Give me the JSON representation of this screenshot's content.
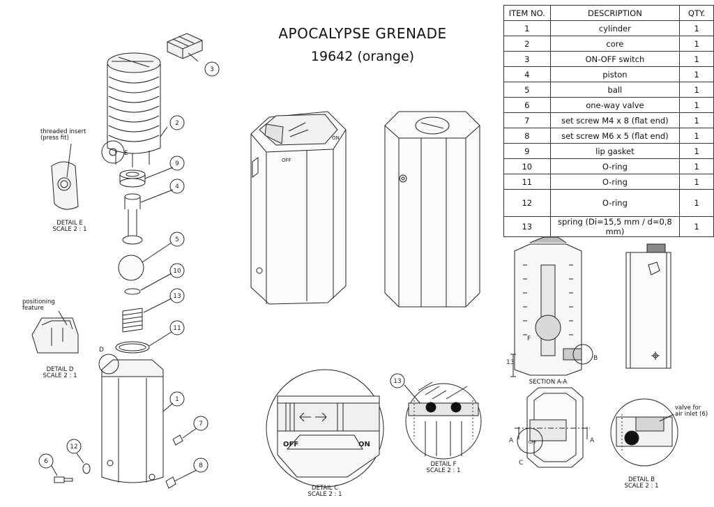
{
  "title": {
    "main": "APOCALYPSE GRENADE",
    "sub": "19642 (orange)"
  },
  "bom": {
    "headers": [
      "ITEM NO.",
      "DESCRIPTION",
      "QTY."
    ],
    "rows": [
      [
        "1",
        "cylinder",
        "1"
      ],
      [
        "2",
        "core",
        "1"
      ],
      [
        "3",
        "ON-OFF switch",
        "1"
      ],
      [
        "4",
        "piston",
        "1"
      ],
      [
        "5",
        "ball",
        "1"
      ],
      [
        "6",
        "one-way valve",
        "1"
      ],
      [
        "7",
        "set screw M4 x 8 (flat end)",
        "1"
      ],
      [
        "8",
        "set screw M6 x 5 (flat end)",
        "1"
      ],
      [
        "9",
        "lip gasket",
        "1"
      ],
      [
        "10",
        "O-ring",
        "1"
      ],
      [
        "11",
        "O-ring",
        "1"
      ],
      [
        "12",
        "O-ring",
        "1"
      ],
      [
        "13",
        "spring (Di=15,5 mm / d=0,8 mm)",
        "1"
      ]
    ]
  },
  "balloons": [
    "1",
    "2",
    "3",
    "4",
    "5",
    "6",
    "7",
    "8",
    "9",
    "10",
    "11",
    "12",
    "13"
  ],
  "details": {
    "e_name": "DETAIL E",
    "e_scale": "SCALE 2 : 1",
    "d_name": "DETAIL D",
    "d_scale": "SCALE 2 : 1",
    "c_name": "DETAIL C",
    "c_scale": "SCALE 2 : 1",
    "f_name": "DETAIL F",
    "f_scale": "SCALE 2 : 1",
    "b_name": "DETAIL B",
    "b_scale": "SCALE 2 : 1",
    "section": "SECTION A-A"
  },
  "notes": {
    "threaded_1": "threaded insert",
    "threaded_2": "(press fit)",
    "positioning_1": "positioning",
    "positioning_2": "feature",
    "valve_1": "valve for",
    "valve_2": "air inlet (6)"
  },
  "markers": {
    "e": "E",
    "d": "D",
    "c": "C",
    "b": "B",
    "a": "A",
    "dim13": "13",
    "f": "F",
    "on": "ON",
    "off": "OFF"
  }
}
